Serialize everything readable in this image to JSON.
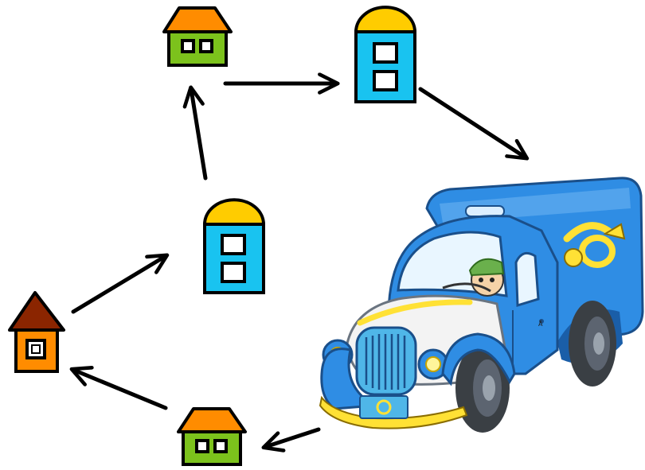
{
  "colors": {
    "background": "#ffffff",
    "outline": "#000000",
    "arrow": "#000000",
    "wide_house_roof": "#ff8c00",
    "wide_house_body": "#7cc21c",
    "tall_house_roof": "#ffcc00",
    "tall_house_body": "#19c3f0",
    "small_house_roof": "#8b2500",
    "small_house_body": "#ff8c00",
    "window": "#ffffff",
    "truck_body": "#2f8de4",
    "truck_body_light": "#6fb7f2",
    "truck_body_dark": "#1a5ea8",
    "truck_trim": "#ffe135",
    "truck_tire": "#3a3f44",
    "truck_front": "#f3f3f3"
  },
  "nodes": [
    {
      "kind": "wide-house",
      "icon": "house-icon"
    },
    {
      "kind": "tall-house",
      "icon": "house-icon"
    },
    {
      "kind": "tall-house",
      "icon": "house-icon"
    },
    {
      "kind": "small-house",
      "icon": "house-icon"
    },
    {
      "kind": "wide-house",
      "icon": "house-icon"
    }
  ],
  "vehicle": {
    "kind": "mail-truck",
    "icon": "mail-truck-icon",
    "emblem_icon": "post-horn-icon",
    "plate_text": "Å"
  },
  "route": {
    "direction": "clockwise",
    "arrow_count": 6
  }
}
